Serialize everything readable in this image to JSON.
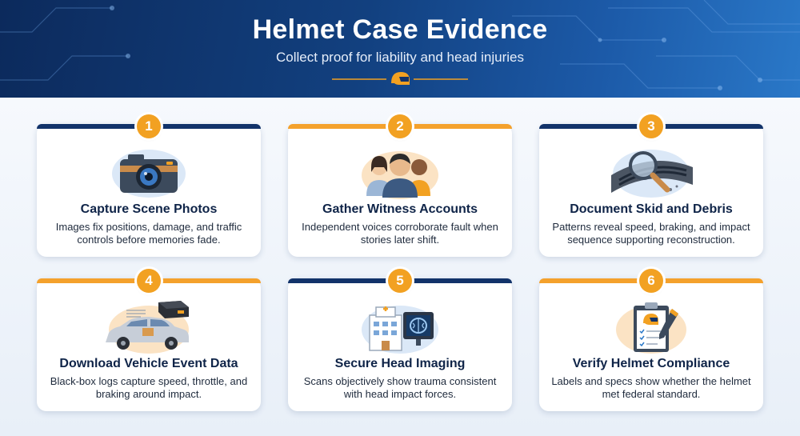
{
  "header": {
    "title": "Helmet Case Evidence",
    "subtitle": "Collect proof for liability and head injuries"
  },
  "colors": {
    "navy": "#12336a",
    "orange": "#f2a122",
    "header_dark": "#0c2a5c",
    "header_light": "#2a78c8"
  },
  "cards": [
    {
      "number": "1",
      "title": "Capture Scene Photos",
      "description": "Images fix positions, damage, and traffic controls before memories fade.",
      "icon": "camera-icon",
      "accent": "navy"
    },
    {
      "number": "2",
      "title": "Gather Witness Accounts",
      "description": "Independent voices corroborate fault when stories later shift.",
      "icon": "people-icon",
      "accent": "orange"
    },
    {
      "number": "3",
      "title": "Document Skid and Debris",
      "description": "Patterns reveal speed, braking, and impact sequence supporting reconstruction.",
      "icon": "magnifier-road-icon",
      "accent": "navy"
    },
    {
      "number": "4",
      "title": "Download Vehicle Event Data",
      "description": "Black-box logs capture speed, throttle, and braking around impact.",
      "icon": "car-blackbox-icon",
      "accent": "orange"
    },
    {
      "number": "5",
      "title": "Secure Head Imaging",
      "description": "Scans objectively show trauma consistent with head impact forces.",
      "icon": "hospital-scan-icon",
      "accent": "navy"
    },
    {
      "number": "6",
      "title": "Verify Helmet Compliance",
      "description": "Labels and specs show whether the helmet met federal standard.",
      "icon": "clipboard-helmet-icon",
      "accent": "orange"
    }
  ]
}
